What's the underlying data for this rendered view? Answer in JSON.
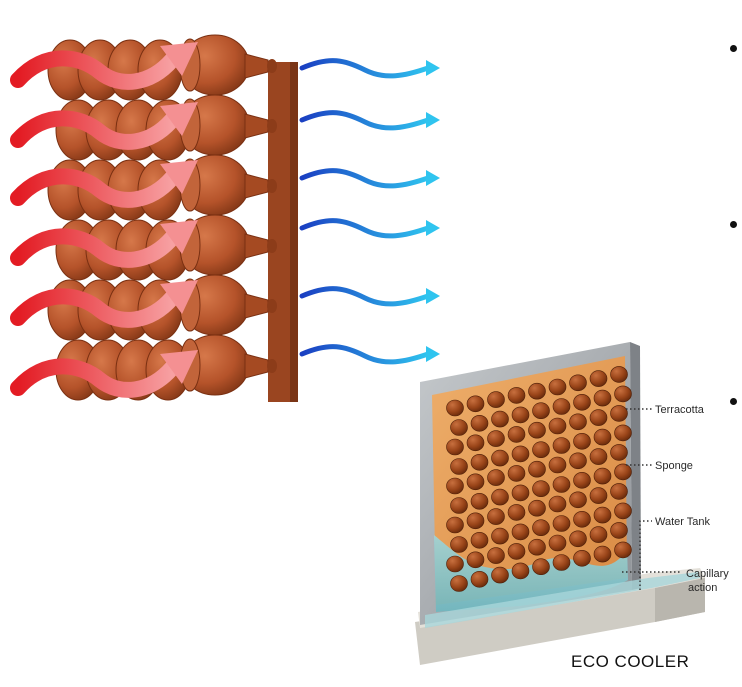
{
  "figure": {
    "title": "ECO COOLER",
    "labels": {
      "terracotta": "Terracotta",
      "sponge": "Sponge",
      "water_tank": "Water Tank",
      "capillary_line1": "Capillary",
      "capillary_line2": "action"
    },
    "colors": {
      "hot_air": "#e81e25",
      "cool_air": "#1a6fd8",
      "terracotta": "#b5532a",
      "sponge": "#e8a45c",
      "water": "#8cc9cf",
      "frame": "#a9adb2",
      "base": "#d9d6cf"
    },
    "icons": [
      "hot-air-arrow-icon",
      "cool-air-arrow-icon",
      "bullet-icon"
    ]
  }
}
